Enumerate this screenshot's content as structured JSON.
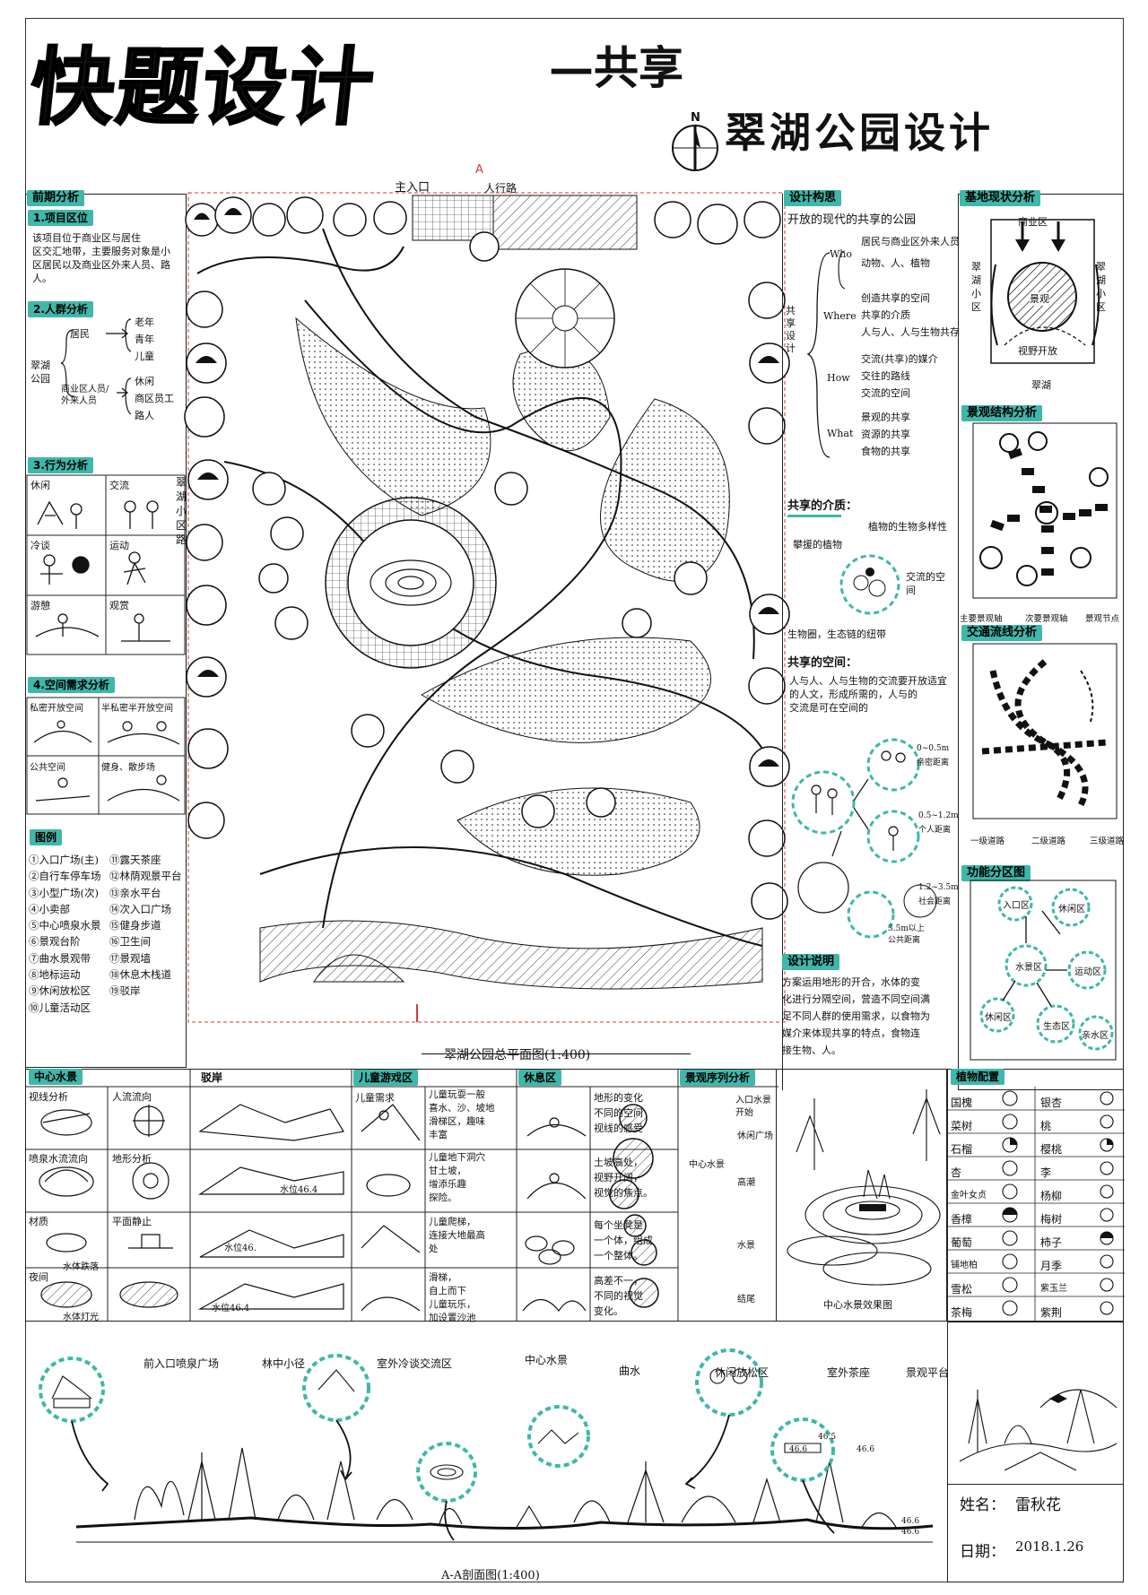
{
  "title": {
    "main": "快题设计",
    "dash_sub": "—共享",
    "project": "翠湖公园设计"
  },
  "left_panel": {
    "header": "前期分析",
    "s1": {
      "title": "1.项目区位",
      "lines": [
        "该项目位于商业区与居住",
        "区交汇地带，主要服务对象是小",
        "区居民以及商业区外来人员、路人。"
      ]
    },
    "s2": {
      "title": "2.人群分析",
      "root": "翠湖公园",
      "residents": "居民",
      "residents_groups": [
        "老年",
        "青年",
        "儿童"
      ],
      "outsiders": "商业区人员/外来人员",
      "outsiders_groups": [
        "休闲",
        "商区员工",
        "路人"
      ]
    },
    "s3": {
      "title": "3.行为分析",
      "cells": [
        "休闲",
        "交流",
        "冷谈",
        "运动",
        "游憩",
        "观赏"
      ]
    },
    "s4": {
      "title": "4.空间需求分析",
      "cells": [
        "私密开放空间",
        "半私密半开放空间",
        "公共空间",
        "健身、散步场"
      ]
    },
    "legend": {
      "title": "图例",
      "col1": [
        "①入口广场(主)",
        "②自行车停车场",
        "③小型广场(次)",
        "④小卖部",
        "⑤中心喷泉水景",
        "⑥景观台阶",
        "⑦曲水景观带",
        "⑧地标运动",
        "⑨休闲放松区",
        "⑩儿童活动区"
      ],
      "col2": [
        "⑪露天茶座",
        "⑫林荫观景平台",
        "⑬亲水平台",
        "⑭次入口广场",
        "⑮健身步道",
        "⑯卫生间",
        "⑰景观墙",
        "⑱休息木栈道",
        "⑲驳岸"
      ]
    }
  },
  "plan": {
    "main_entry": "主入口",
    "side_road_top": "人行路",
    "section_mark": "A",
    "side_road_left": "翠湖小区路",
    "caption": "翠湖公园总平面图(1:400)",
    "north": "N"
  },
  "design_concept": {
    "header": "设计构思",
    "intro": "开放的现代的共享的公园",
    "who": "Who",
    "who_items": [
      "居民与商业区外来人员",
      "动物、人、植物"
    ],
    "where": "Where",
    "where_items": [
      "创造共享的空间",
      "共享的介质",
      "人与人、人与生物共存"
    ],
    "how": "How",
    "how_items": [
      "交流(共享)的媒介",
      "交往的路线",
      "交流的空间"
    ],
    "what": "What",
    "what_items": [
      "景观的共享",
      "资源的共享",
      "食物的共享"
    ],
    "share_design": "共享设计",
    "medium_title": "共享的介质：",
    "medium_notes": [
      "植物的生物多样性",
      "攀援的植物",
      "交流的空间"
    ],
    "medium_foot": "生物圈，生态链的纽带",
    "space_title": "共享的空间：",
    "space_text": [
      "人与人、人与生物的交流要开放适宜",
      "的人文，形成所需的，人与的",
      "交流是可在空间的"
    ],
    "dist_labels": [
      "0~0.5m",
      "亲密距离",
      "0.5~1.2m",
      "个人距离",
      "1.2~3.5m",
      "社会距离",
      "3.5m以上",
      "公共距离"
    ]
  },
  "site_status": {
    "header": "基地现状分析",
    "labels": [
      "商业区",
      "翠湖小区",
      "翠湖小区",
      "景观",
      "视野开放",
      "翠湖"
    ]
  },
  "landscape_structure": {
    "header": "景观结构分析",
    "legend": [
      "主要景观轴",
      "次要景观轴",
      "景观节点"
    ]
  },
  "traffic": {
    "header": "交通流线分析",
    "legend": [
      "一级道路",
      "二级道路",
      "三级道路"
    ]
  },
  "function": {
    "header": "功能分区图",
    "zones": [
      "入口区",
      "休闲区",
      "水景区",
      "运动区",
      "休闲区",
      "生态区",
      "亲水区"
    ]
  },
  "description": {
    "header": "设计说明",
    "lines": [
      "方案运用地形的开合，水体的变",
      "化进行分隔空间，营造不同空间满",
      "足不同人群的使用需求，以食物为",
      "媒介来体现共享的特点，食物连",
      "接生物、人。"
    ]
  },
  "detail_row": {
    "headers": [
      "中心水景",
      "驳岸",
      "儿童游戏区",
      "休息区",
      "景观序列分析"
    ],
    "water_labels": [
      "视线分析",
      "人流流向",
      "喷泉水流流向",
      "地形分析",
      "材质",
      "平面静止",
      "水体跌落",
      "夜间",
      "水体灯光"
    ],
    "bank_labels": [
      "水位46.4",
      "水位46.",
      "水位46.4"
    ],
    "child_title": "儿童需求",
    "child_text": [
      "儿童玩耍一般",
      "喜水、沙、坡地",
      "滑梯区，趣味",
      "丰富",
      "儿童地下洞穴",
      "甘土坡，",
      "增添乐趣",
      "探险。",
      "儿童爬梯，",
      "连接大地最高",
      "处",
      "滑梯，",
      "自上而下",
      "儿童玩乐，",
      "加设置沙池"
    ],
    "rest_text": [
      "地形的变化",
      "不同的空间",
      "视线的感受",
      "土坡高处，",
      "视野开阔，",
      "视觉的焦点。",
      "每个坐凳是",
      "一个体，组成",
      "一个整体。",
      "高差不一，",
      "不同的视觉",
      "变化。"
    ],
    "seq_labels": [
      "入口水景",
      "开始",
      "中心水景",
      "休闲广场",
      "高潮",
      "水景",
      "结尾"
    ],
    "effect_caption": "中心水景效果图"
  },
  "plants": {
    "header": "植物配置",
    "col1": [
      "国槐",
      "菜树",
      "石榴",
      "杏",
      "金叶女贞",
      "香樟",
      "葡萄",
      "铺地柏",
      "雪松",
      "茶梅"
    ],
    "col2": [
      "银杏",
      "桃",
      "樱桃",
      "李",
      "杨柳",
      "梅树",
      "柿子",
      "月季",
      "紫玉兰",
      "紫荆"
    ]
  },
  "section": {
    "caption": "A-A剖面图(1:400)",
    "labels": [
      "前入口喷泉广场",
      "林中小径",
      "室外冷谈交流区",
      "中心水景",
      "曲水",
      "休闲放松区",
      "室外茶座",
      "景观平台"
    ],
    "heights": [
      "46.6",
      "46.5",
      "46.6",
      "46.6",
      "46.6"
    ]
  },
  "signature": {
    "name_label": "姓名：",
    "name": "雷秋花",
    "date_label": "日期：",
    "date": "2018.1.26"
  },
  "colors": {
    "accent": "#3fb7aa",
    "ink": "#111111",
    "red": "#d23a3a"
  }
}
